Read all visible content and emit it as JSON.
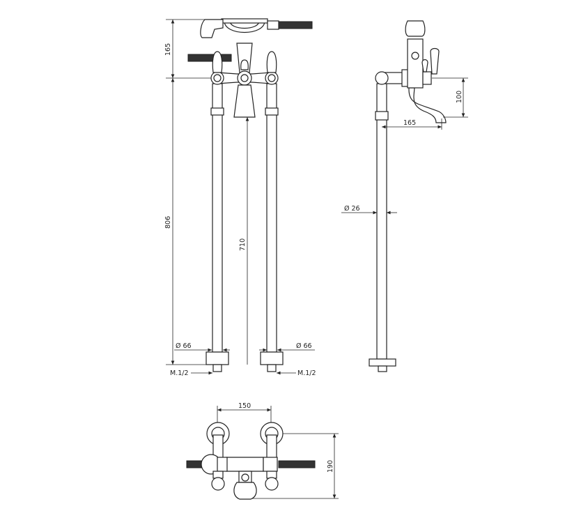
{
  "drawing": {
    "front_view": {
      "dim_top_height": "165",
      "dim_total_height": "806",
      "dim_spout_height": "710",
      "dim_left_diameter": "Ø 66",
      "dim_right_diameter": "Ø 66",
      "left_connection": "M.1/2",
      "right_connection": "M.1/2"
    },
    "side_view": {
      "dim_spout_drop": "100",
      "dim_spout_reach": "165",
      "dim_pipe_diameter": "Ø 26"
    },
    "top_view": {
      "dim_center_distance": "150",
      "dim_depth": "190"
    },
    "colors": {
      "line": "#222222",
      "background": "#ffffff"
    }
  }
}
